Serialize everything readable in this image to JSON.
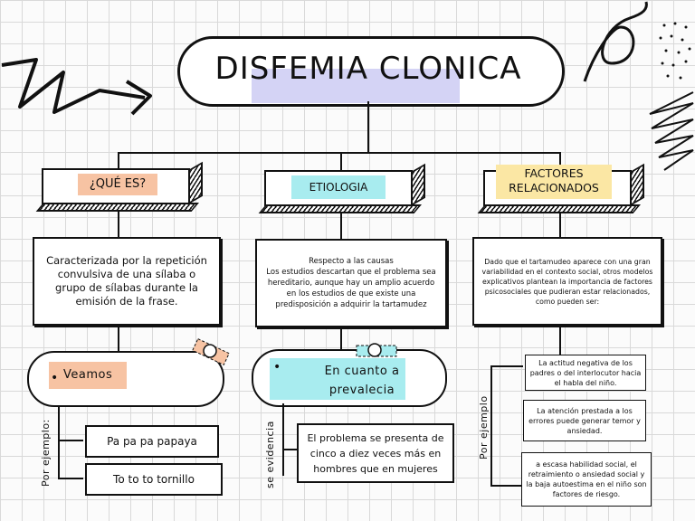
{
  "title": "DISFEMIA CLONICA",
  "colors": {
    "peach": "#f7c3a3",
    "cyan": "#a8ecef",
    "yellow": "#fbe7a4",
    "lavender": "#c9c8f3"
  },
  "columns": [
    {
      "header": "¿QUÉ ES?",
      "description": "Caracterizada por la repetición convulsiva de una sílaba o grupo de sílabas durante la emisión de la frase.",
      "bubble": "Veamos",
      "side_label": "Por ejemplo:",
      "examples": [
        "Pa pa pa papaya",
        "To to to tornillo"
      ]
    },
    {
      "header": "ETIOLOGIA",
      "description_lines": [
        "Respecto a las causas",
        "Los estudios descartan que el problema sea hereditario, aunque hay un amplio acuerdo en los estudios de que existe una predisposición a adquirir la tartamudez"
      ],
      "bubble": "En cuanto a prevalecia",
      "side_label": "se evidencia",
      "examples": [
        "El problema se presenta de cinco a diez veces más en hombres que en mujeres"
      ]
    },
    {
      "header": "FACTORES RELACIONADOS",
      "description": "Dado que el tartamudeo aparece con una gran variabilidad en el contexto social, otros modelos explicativos plantean la importancia de factores psicosociales que pudieran estar relacionados, como pueden ser:",
      "side_label": "Por ejemplo",
      "examples": [
        "La actitud negativa de los padres o del interlocutor hacia el habla del niño.",
        "La atención prestada a los errores puede generar temor y ansiedad.",
        "a escasa habilidad social, el retraimiento o ansiedad social y la baja autoestima en el niño son factores de riesgo."
      ]
    }
  ]
}
